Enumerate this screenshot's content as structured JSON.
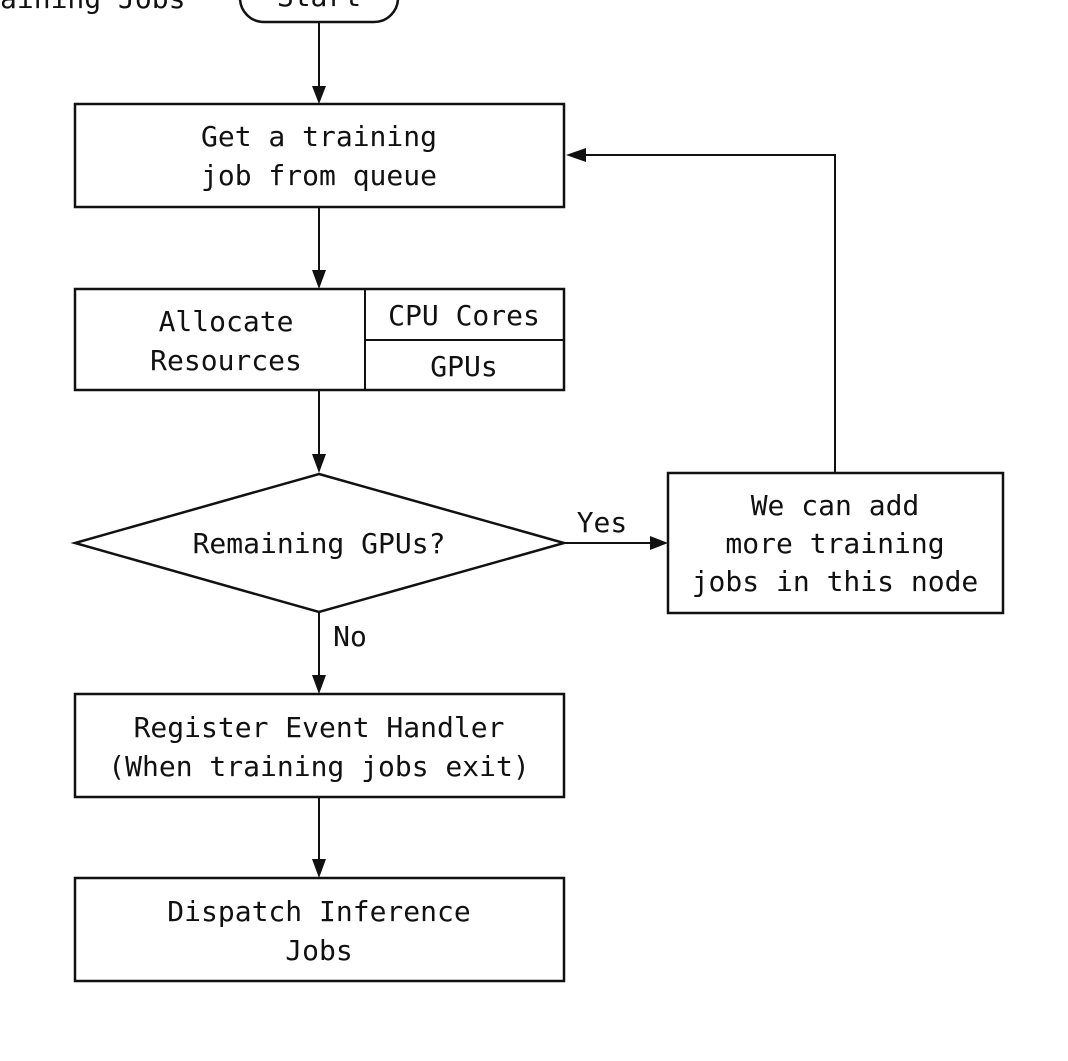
{
  "header": {
    "left_label": "aining Jobs",
    "start_label": "Start"
  },
  "nodes": {
    "get_job": [
      "Get a training",
      "job from queue"
    ],
    "allocate": [
      "Allocate",
      "Resources"
    ],
    "cpu_cores": "CPU Cores",
    "gpus": "GPUs",
    "decision": "Remaining GPUs?",
    "add_more": [
      "We can add",
      "more training",
      "jobs in this node"
    ],
    "register": [
      "Register Event Handler",
      "(When training jobs exit)"
    ],
    "dispatch": [
      "Dispatch Inference",
      "Jobs"
    ]
  },
  "edges": {
    "yes_label": "Yes",
    "no_label": "No"
  }
}
